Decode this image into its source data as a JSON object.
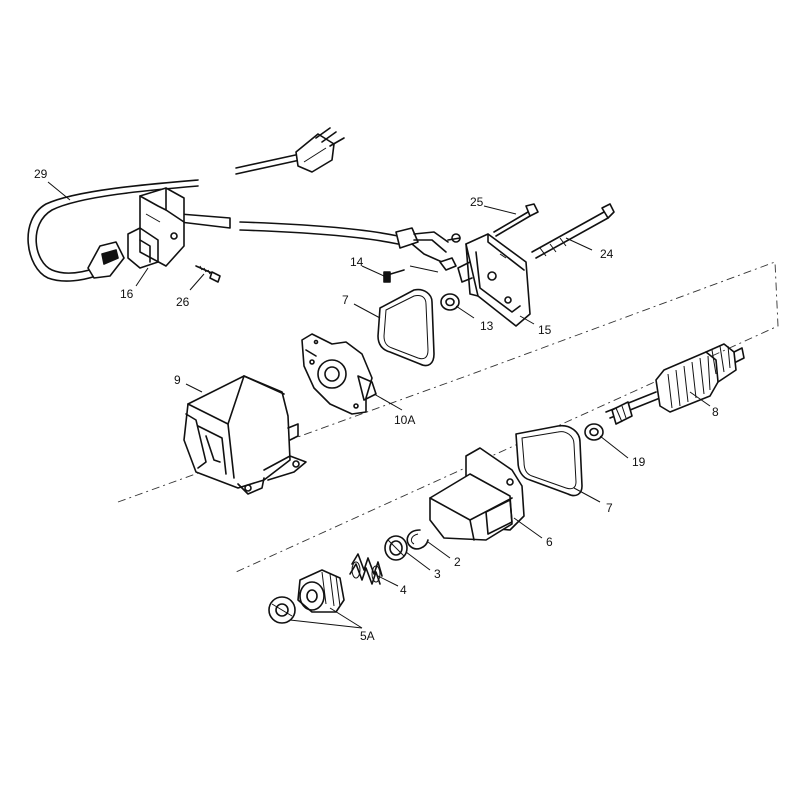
{
  "callouts": {
    "c29": "29",
    "c16": "16",
    "c26": "26",
    "c25": "25",
    "c24": "24",
    "c14": "14",
    "c7a": "7",
    "c13": "13",
    "c15": "15",
    "c9": "9",
    "c10a": "10A",
    "c8": "8",
    "c19": "19",
    "c7b": "7",
    "c6": "6",
    "c2": "2",
    "c3": "3",
    "c4": "4",
    "c5a": "5A"
  }
}
